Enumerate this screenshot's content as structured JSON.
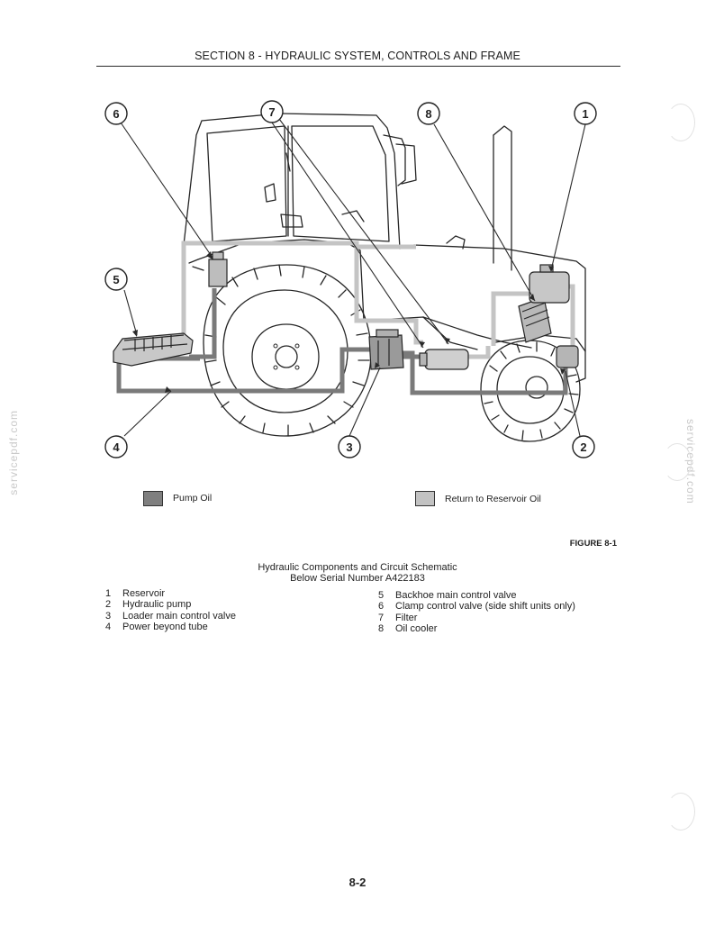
{
  "header": {
    "title": "SECTION 8 - HYDRAULIC SYSTEM, CONTROLS AND FRAME"
  },
  "callouts": [
    {
      "number": "1"
    },
    {
      "number": "2"
    },
    {
      "number": "3"
    },
    {
      "number": "4"
    },
    {
      "number": "5"
    },
    {
      "number": "6"
    },
    {
      "number": "7"
    },
    {
      "number": "8"
    }
  ],
  "legend": {
    "pump": {
      "label": "Pump Oil",
      "color": "#7f7f7f"
    },
    "return": {
      "label": "Return to Reservoir Oil",
      "color": "#c2c2c2"
    }
  },
  "figure": {
    "label": "FIGURE 8-1",
    "caption_line1": "Hydraulic Components and Circuit Schematic",
    "caption_line2": "Below Serial Number A422183"
  },
  "components": {
    "left": [
      {
        "num": "1",
        "name": "Reservoir"
      },
      {
        "num": "2",
        "name": "Hydraulic pump"
      },
      {
        "num": "3",
        "name": "Loader main control valve"
      },
      {
        "num": "4",
        "name": "Power beyond tube"
      }
    ],
    "right": [
      {
        "num": "5",
        "name": "Backhoe main control valve"
      },
      {
        "num": "6",
        "name": "Clamp control valve (side shift units only)"
      },
      {
        "num": "7",
        "name": "Filter"
      },
      {
        "num": "8",
        "name": "Oil cooler"
      }
    ]
  },
  "page_number": "8-2",
  "watermark": "servicepdf.com"
}
